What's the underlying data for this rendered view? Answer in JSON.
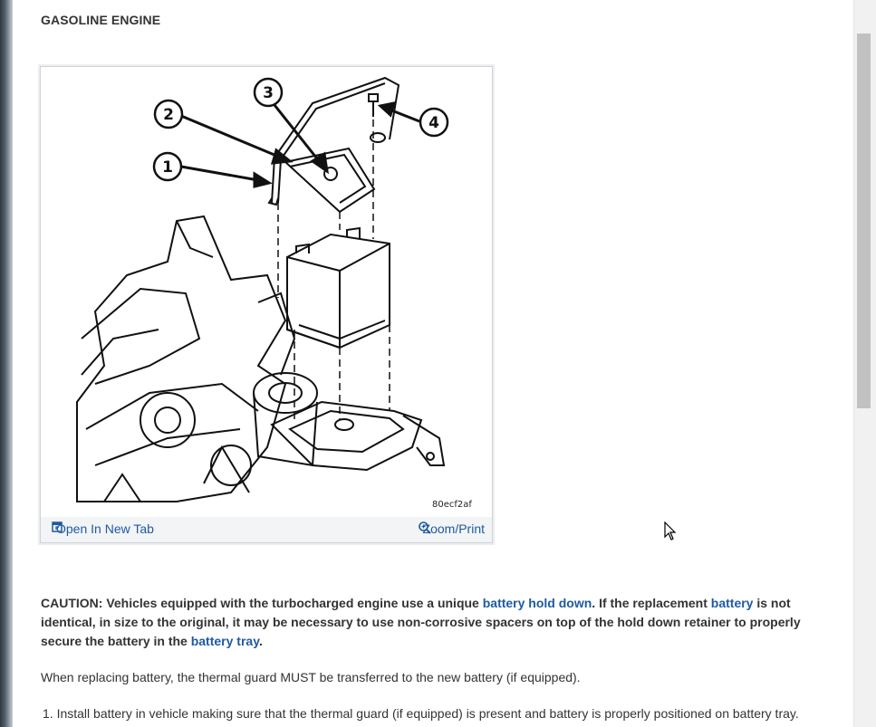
{
  "section_title": "GASOLINE ENGINE",
  "figure": {
    "callouts": [
      "1",
      "2",
      "3",
      "4"
    ],
    "code": "80ecf2af",
    "open_new_tab": "Open In New Tab",
    "zoom_print": "Zoom/Print"
  },
  "caution": {
    "t1": "CAUTION: Vehicles equipped with the turbocharged engine use a unique ",
    "l1": "battery hold down",
    "t2": ". If the replacement ",
    "l2": "battery",
    "t3": " is not identical, in size to the original, it may be necessary to use non-corrosive spacers on top of the hold down retainer to properly secure the battery in the ",
    "l3": "battery tray",
    "t4": "."
  },
  "paragraph": "When replacing battery, the thermal guard MUST be transferred to the new battery (if equipped).",
  "steps": [
    "1. Install battery in vehicle making sure that the thermal guard (if equipped) is present and battery is properly positioned on battery tray."
  ],
  "colors": {
    "link": "#1f5aa0",
    "text": "#333333"
  },
  "icons": [
    "open-in-new-tab-icon",
    "zoom-icon",
    "mouse-pointer-icon"
  ]
}
